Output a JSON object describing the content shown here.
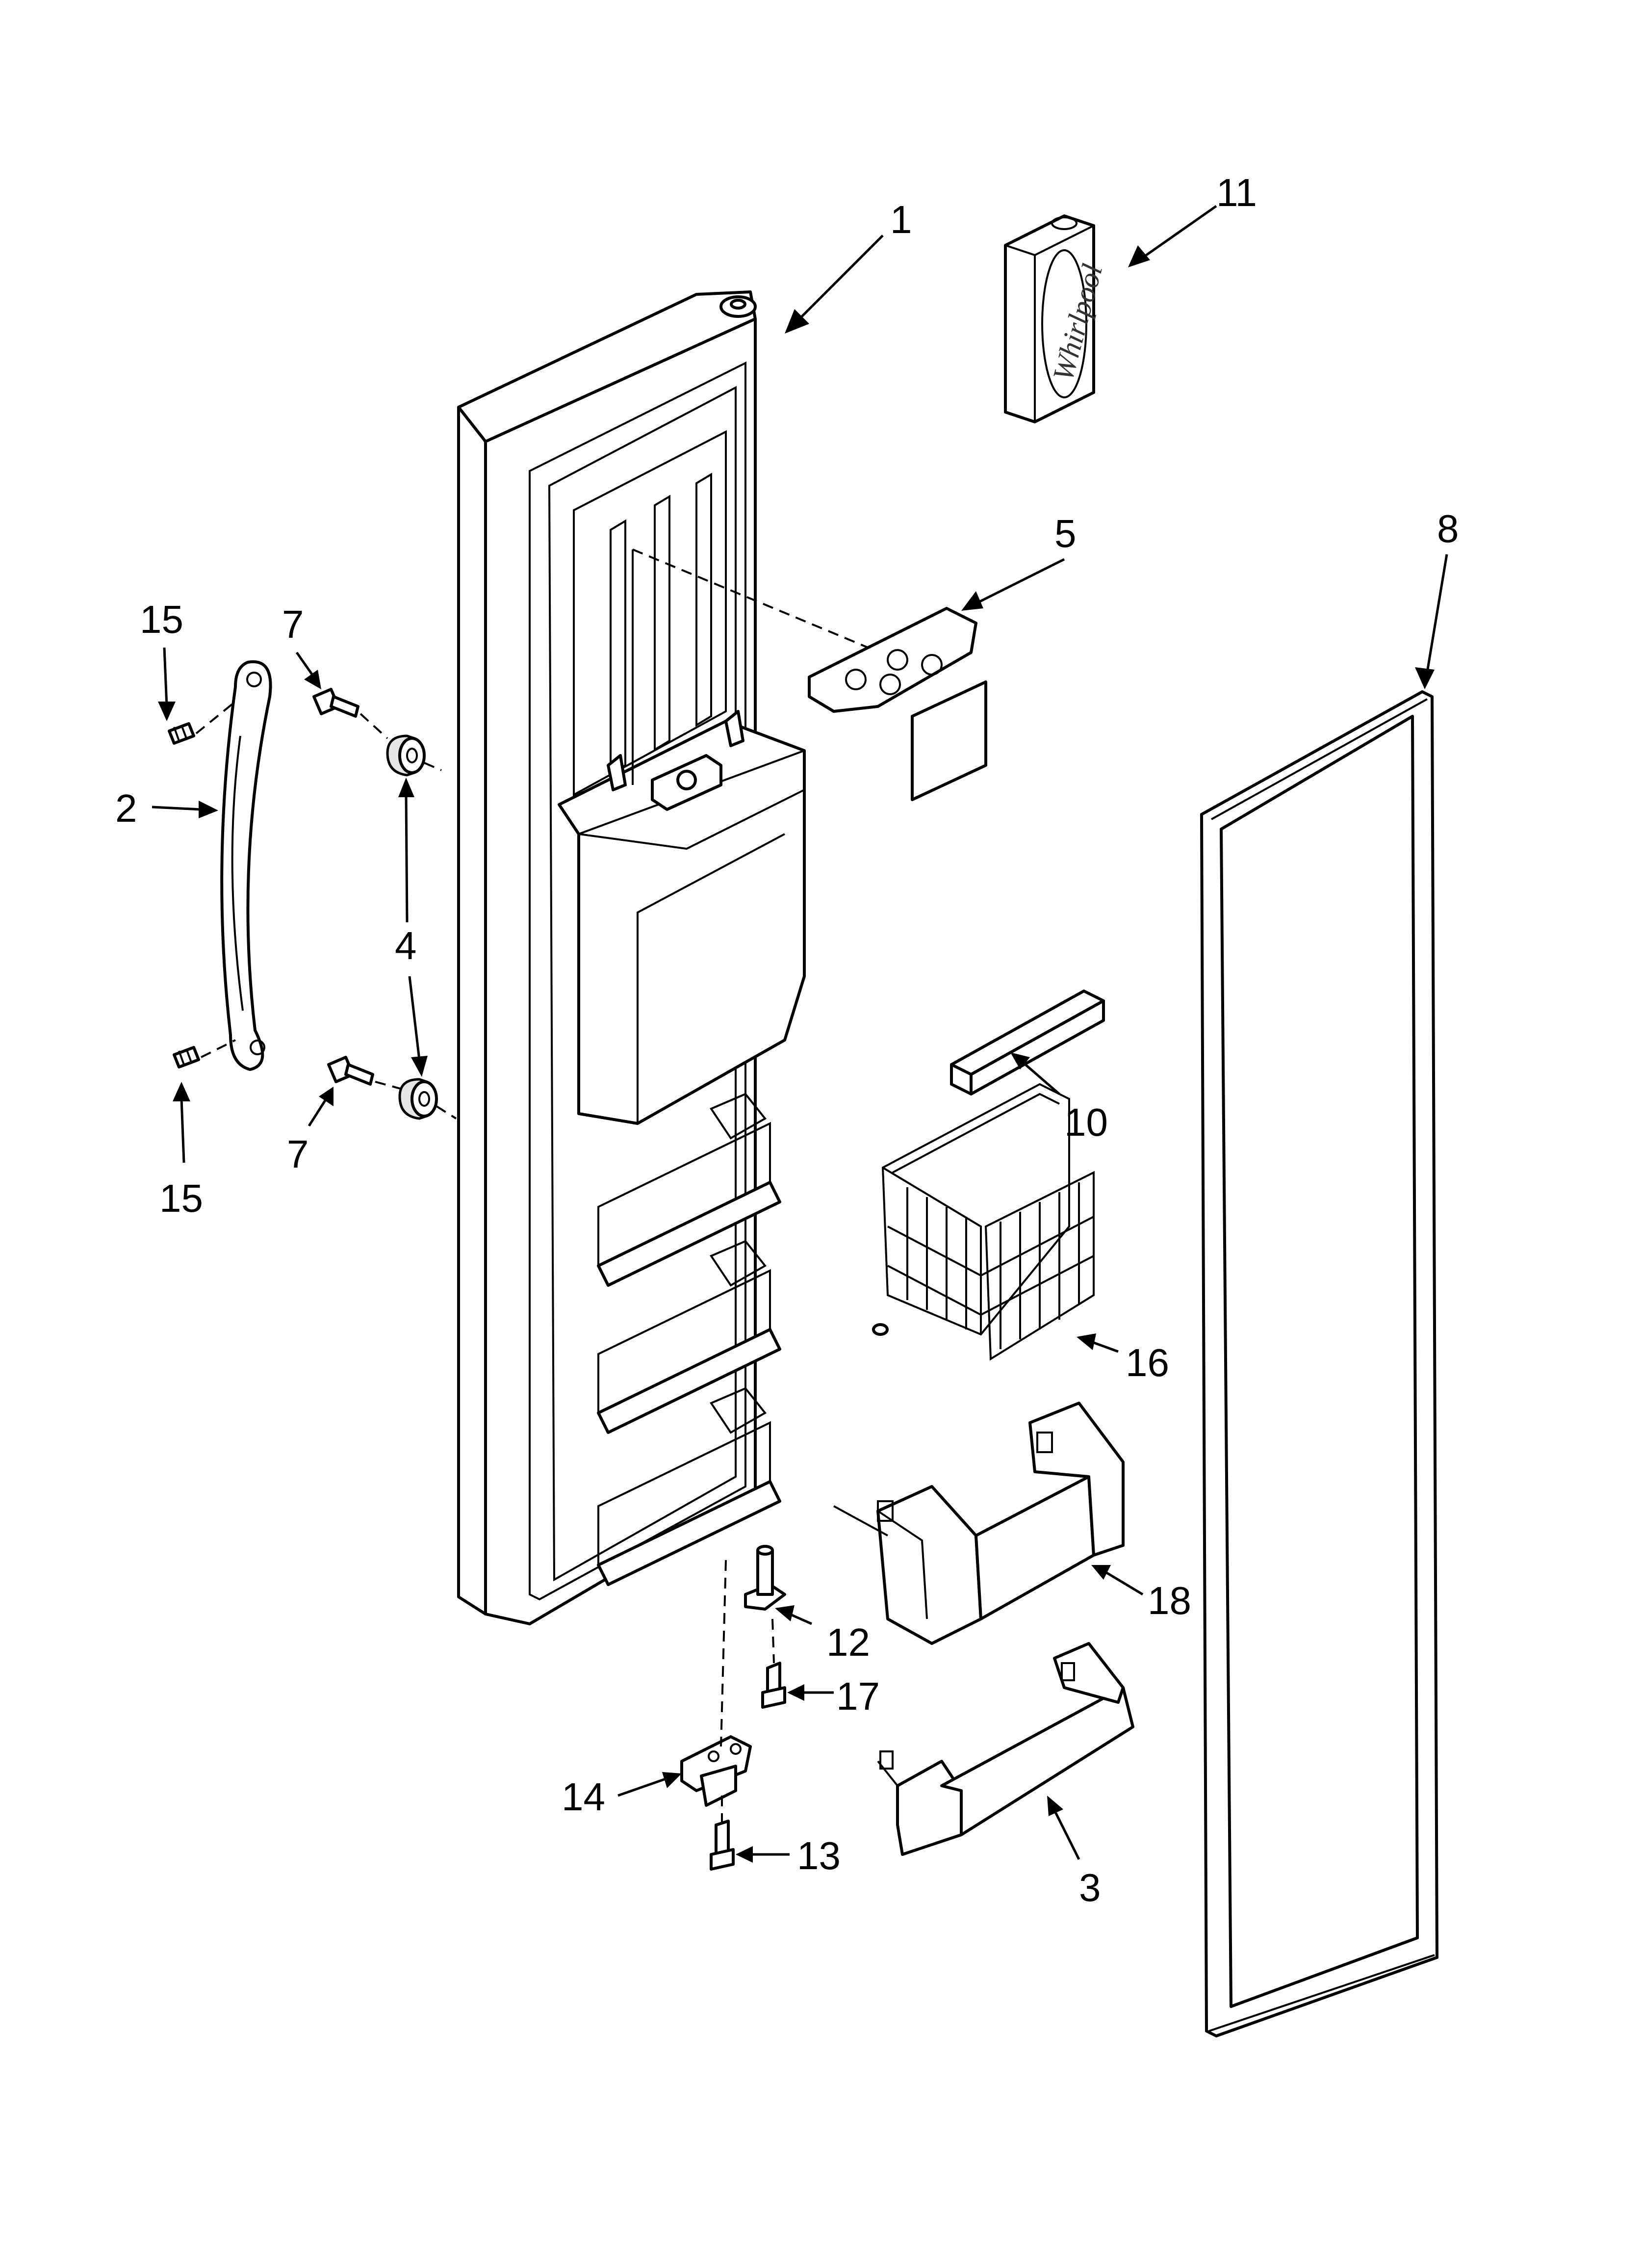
{
  "callouts": [
    "1",
    "2",
    "3",
    "4",
    "5",
    "7",
    "7",
    "8",
    "10",
    "11",
    "12",
    "13",
    "14",
    "15",
    "15",
    "16",
    "17",
    "18"
  ],
  "logo_text": "Whirlpool"
}
